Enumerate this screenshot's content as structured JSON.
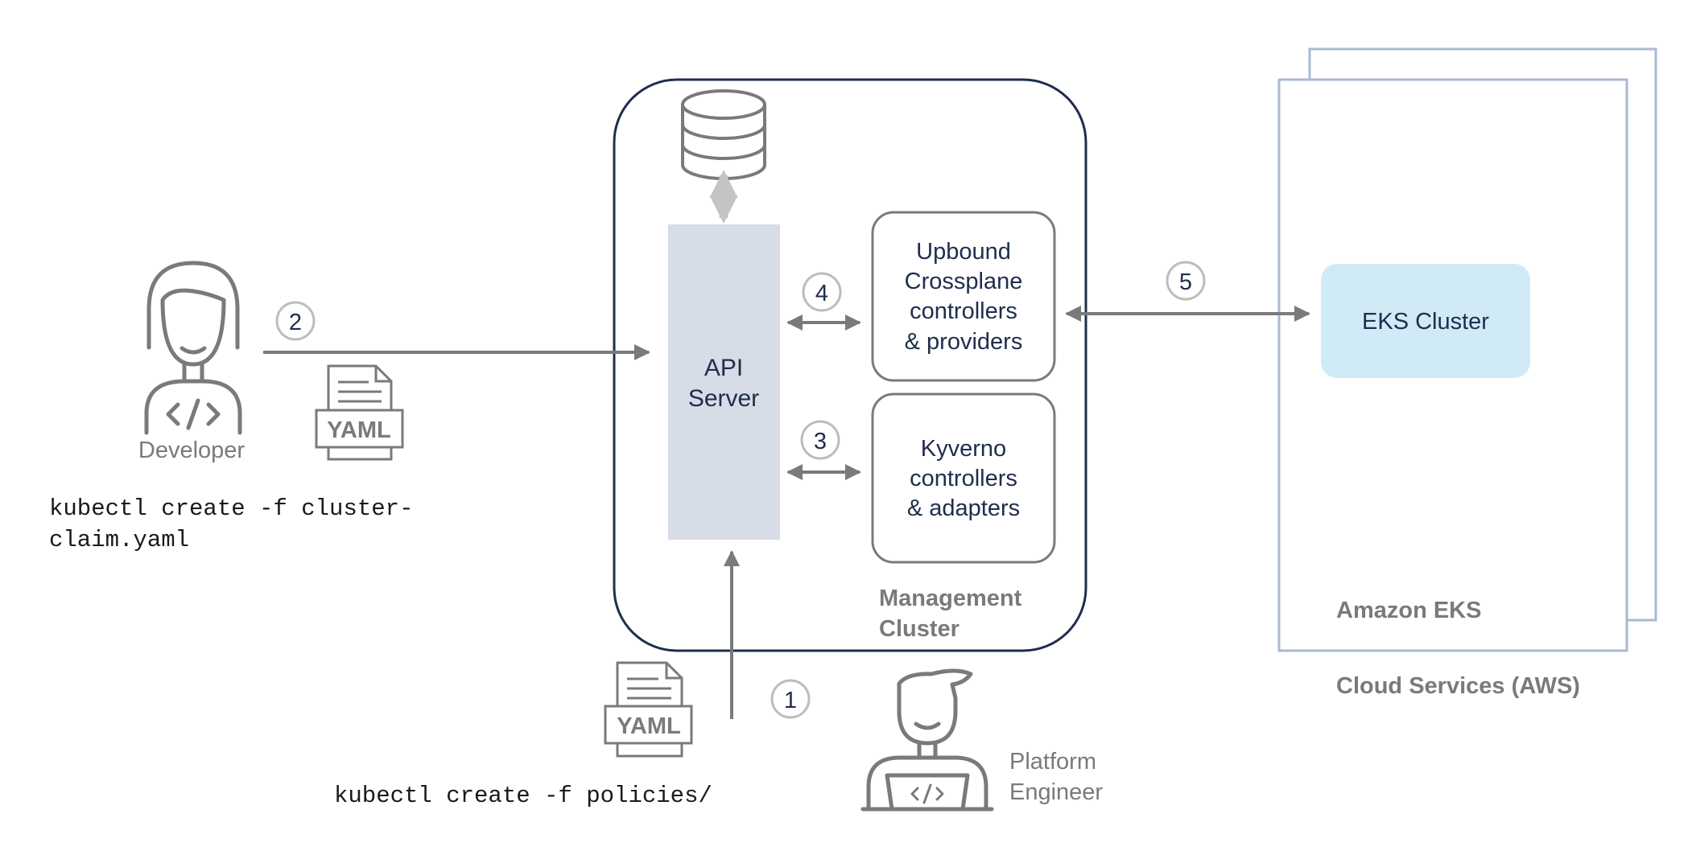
{
  "management_cluster": {
    "label_line1": "Management",
    "label_line2": "Cluster",
    "api_server": {
      "line1": "API",
      "line2": "Server"
    },
    "crossplane": {
      "line1": "Upbound",
      "line2": "Crossplane",
      "line3": "controllers",
      "line4": "& providers"
    },
    "kyverno": {
      "line1": "Kyverno",
      "line2": "controllers",
      "line3": "& adapters"
    }
  },
  "cloud": {
    "eks_cluster_label": "EKS Cluster",
    "amazon_eks_label": "Amazon EKS",
    "cloud_services_label": "Cloud Services (AWS)"
  },
  "developer": {
    "label": "Developer",
    "command_line1": "kubectl create -f cluster-",
    "command_line2": "claim.yaml"
  },
  "platform_engineer": {
    "label_line1": "Platform",
    "label_line2": "Engineer",
    "command": "kubectl create -f policies/"
  },
  "yaml_label": "YAML",
  "steps": {
    "one": "1",
    "two": "2",
    "three": "3",
    "four": "4",
    "five": "5"
  },
  "colors": {
    "navy": "#1f2d4e",
    "gray": "#7a7a7a",
    "api_fill": "#d6dde6",
    "eks_fill": "#d0ebf5",
    "aws_border": "#a9b9d3"
  },
  "icons": [
    "database-icon",
    "developer-avatar-icon",
    "platform-engineer-avatar-icon",
    "yaml-file-icon"
  ]
}
